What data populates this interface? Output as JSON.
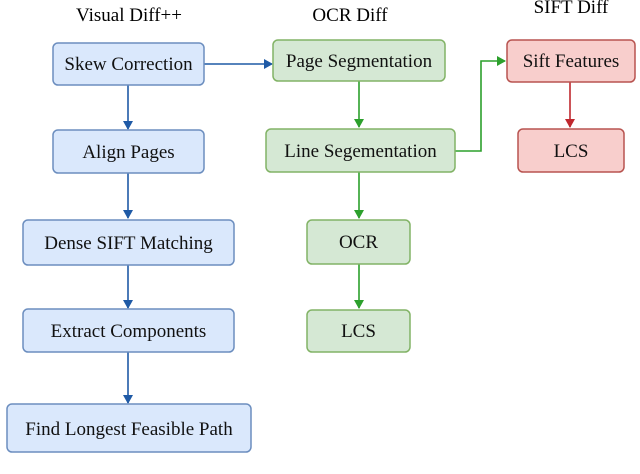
{
  "columns": {
    "visual_diff": {
      "title": "Visual Diff++",
      "steps": [
        "Skew Correction",
        "Align Pages",
        "Dense SIFT Matching",
        "Extract Components",
        "Find Longest Feasible Path"
      ]
    },
    "ocr_diff": {
      "title": "OCR Diff",
      "steps": [
        "Page Segmentation",
        "Line Segementation",
        "OCR",
        "LCS"
      ]
    },
    "sift_diff": {
      "title": "SIFT Diff",
      "steps": [
        "Sift Features",
        "LCS"
      ]
    }
  },
  "colors": {
    "visual_fill": "#dae8fc",
    "visual_stroke": "#6c8ebf",
    "visual_arrow": "#1f5aa6",
    "ocr_fill": "#d5e8d4",
    "ocr_stroke": "#82b366",
    "ocr_arrow": "#2ca02c",
    "sift_fill": "#f8cecc",
    "sift_stroke": "#b85450",
    "sift_arrow": "#c0282e"
  }
}
